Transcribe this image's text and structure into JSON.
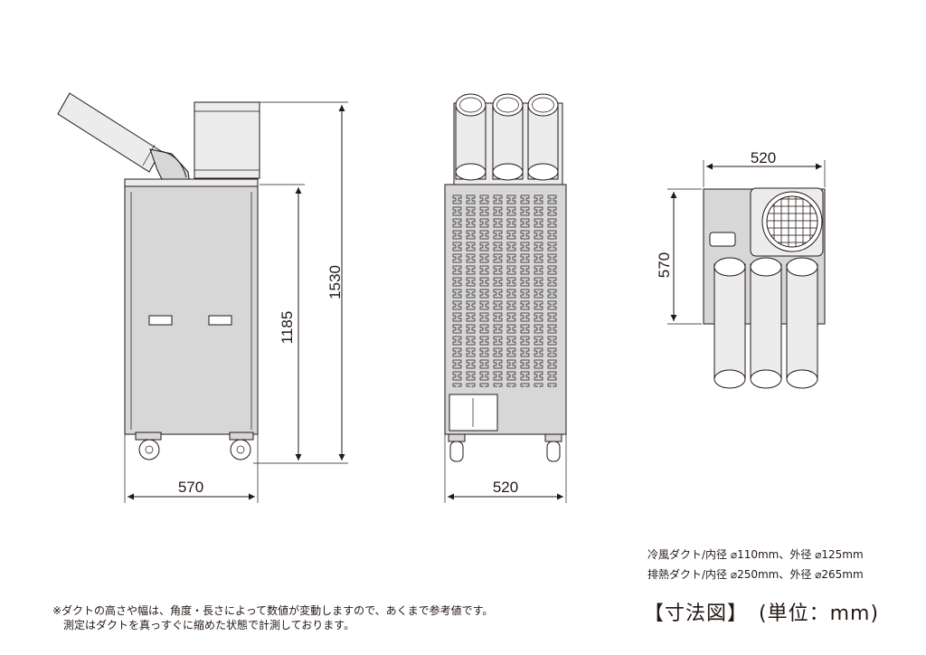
{
  "dimensions": {
    "side_height_total": "1530",
    "side_height_body": "1185",
    "side_width": "570",
    "front_width": "520",
    "top_width": "520",
    "top_depth": "570"
  },
  "specs": [
    "冷風ダクト/内径 ⌀110mm、外径 ⌀125mm",
    "排熱ダクト/内径 ⌀250mm、外径 ⌀265mm"
  ],
  "notes": [
    "※ダクトの高さや幅は、角度・長さによって数値が変動しますので、あくまで参考値です。",
    "　測定はダクトを真っすぐに縮めた状態で計測しております。"
  ],
  "title": "【寸法図】　(単位：mm)"
}
